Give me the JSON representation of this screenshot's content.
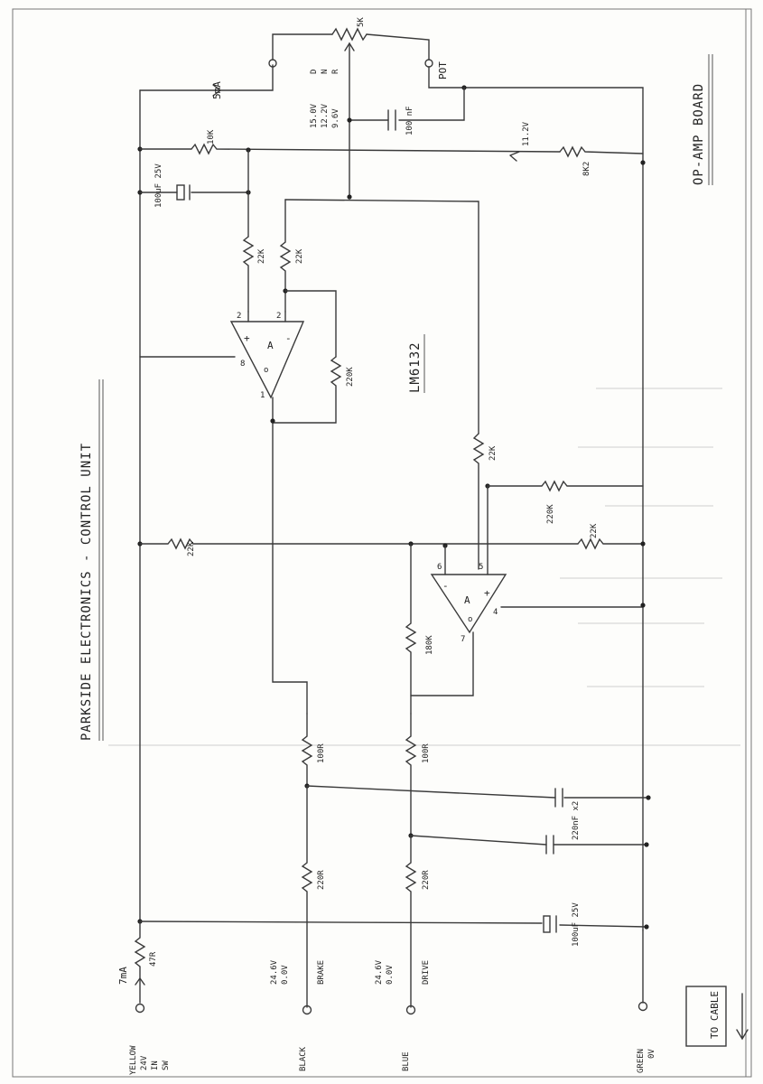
{
  "title": "PARKSIDE ELECTRONICS - CONTROL UNIT",
  "board": "OP-AMP BOARD",
  "ic": "LM6132",
  "to_cable": "TO CABLE",
  "currents": {
    "top": "5mA",
    "input": "7mA"
  },
  "voltages": {
    "node_top": "11.2V",
    "pot_levels": [
      "15.0V",
      "12.2V",
      "9.6V"
    ],
    "pot_codes": [
      "D",
      "N",
      "R"
    ]
  },
  "components": {
    "pot": "5K",
    "pot_label": "POT",
    "c_pot": "100 nF",
    "r_10k": "10K",
    "r_8k2": "8K2",
    "c_100u_top": "100uF 25V",
    "r_22k_a": "22K",
    "r_22k_b": "22K",
    "r_220k_a": "220K",
    "r_22k_c": "22K",
    "r_220k_b": "220K",
    "r_22k_d": "22K",
    "r_22k_e": "22K",
    "r_180k": "180K",
    "r_100r_a": "100R",
    "r_100r_b": "100R",
    "c_220n": "220nF x2",
    "r_220r_a": "220R",
    "r_220r_b": "220R",
    "c_100u_bottom": "100uF 25V",
    "r_47r": "47R"
  },
  "pins": {
    "a_plus": "+",
    "a_minus": "-",
    "a_pin2l": "2",
    "a_pin2r": "2",
    "a_pin8": "8",
    "a_pin1": "1",
    "a_o": "o",
    "a_name": "A",
    "b_plus": "+",
    "b_minus": "-",
    "b_pin6": "6",
    "b_pin5": "5",
    "b_pin4": "4",
    "b_pin7": "7",
    "b_o": "o",
    "b_name": "A"
  },
  "connectors": [
    {
      "wire": "YELLOW",
      "lines": [
        "24V",
        "IN",
        "SW"
      ]
    },
    {
      "wire": "BLACK",
      "lines": [
        "24.6V",
        "0.0V",
        "BRAKE"
      ]
    },
    {
      "wire": "BLUE",
      "lines": [
        "24.6V",
        "0.0V",
        "DRIVE"
      ]
    },
    {
      "wire": "GREEN",
      "lines": [
        "0V"
      ]
    }
  ]
}
